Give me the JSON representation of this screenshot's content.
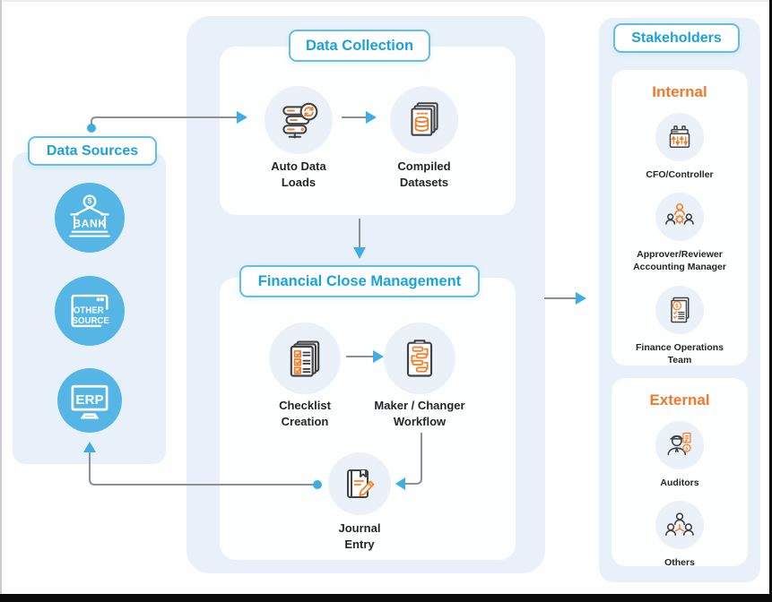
{
  "colors": {
    "title_blue": "#1ba2de",
    "title_border_blue": "#62bde9",
    "panel_light_blue": "#e8f1f9",
    "card_white": "#fdfefe",
    "accent_orange": "#f4772a",
    "source_circle_blue": "#55b6e5",
    "icon_circle_bg": "#eaf1f8",
    "connector_gray": "#8c9196",
    "connector_blue": "#3face4",
    "label_dark": "#242527"
  },
  "glyphs": {
    "dollar": "$"
  },
  "data_sources": {
    "title": "Data Sources",
    "bank_label": "BANK",
    "other_label_line1": "OTHER",
    "other_label_line2": "SOURCE",
    "erp_label": "ERP"
  },
  "data_collection": {
    "title": "Data Collection",
    "items": [
      {
        "label": "Auto Data\nLoads"
      },
      {
        "label": "Compiled\nDatasets"
      }
    ]
  },
  "financial_close": {
    "title": "Financial Close Management",
    "items": [
      {
        "label": "Checklist\nCreation"
      },
      {
        "label": "Maker / Changer\nWorkflow"
      },
      {
        "label": "Journal\nEntry"
      }
    ]
  },
  "stakeholders": {
    "title": "Stakeholders",
    "internal": {
      "title": "Internal",
      "items": [
        {
          "label": "CFO/Controller"
        },
        {
          "label": "Approver/Reviewer\nAccounting Manager"
        },
        {
          "label": "Finance Operations\nTeam"
        }
      ]
    },
    "external": {
      "title": "External",
      "items": [
        {
          "label": "Auditors"
        },
        {
          "label": "Others"
        }
      ]
    }
  }
}
